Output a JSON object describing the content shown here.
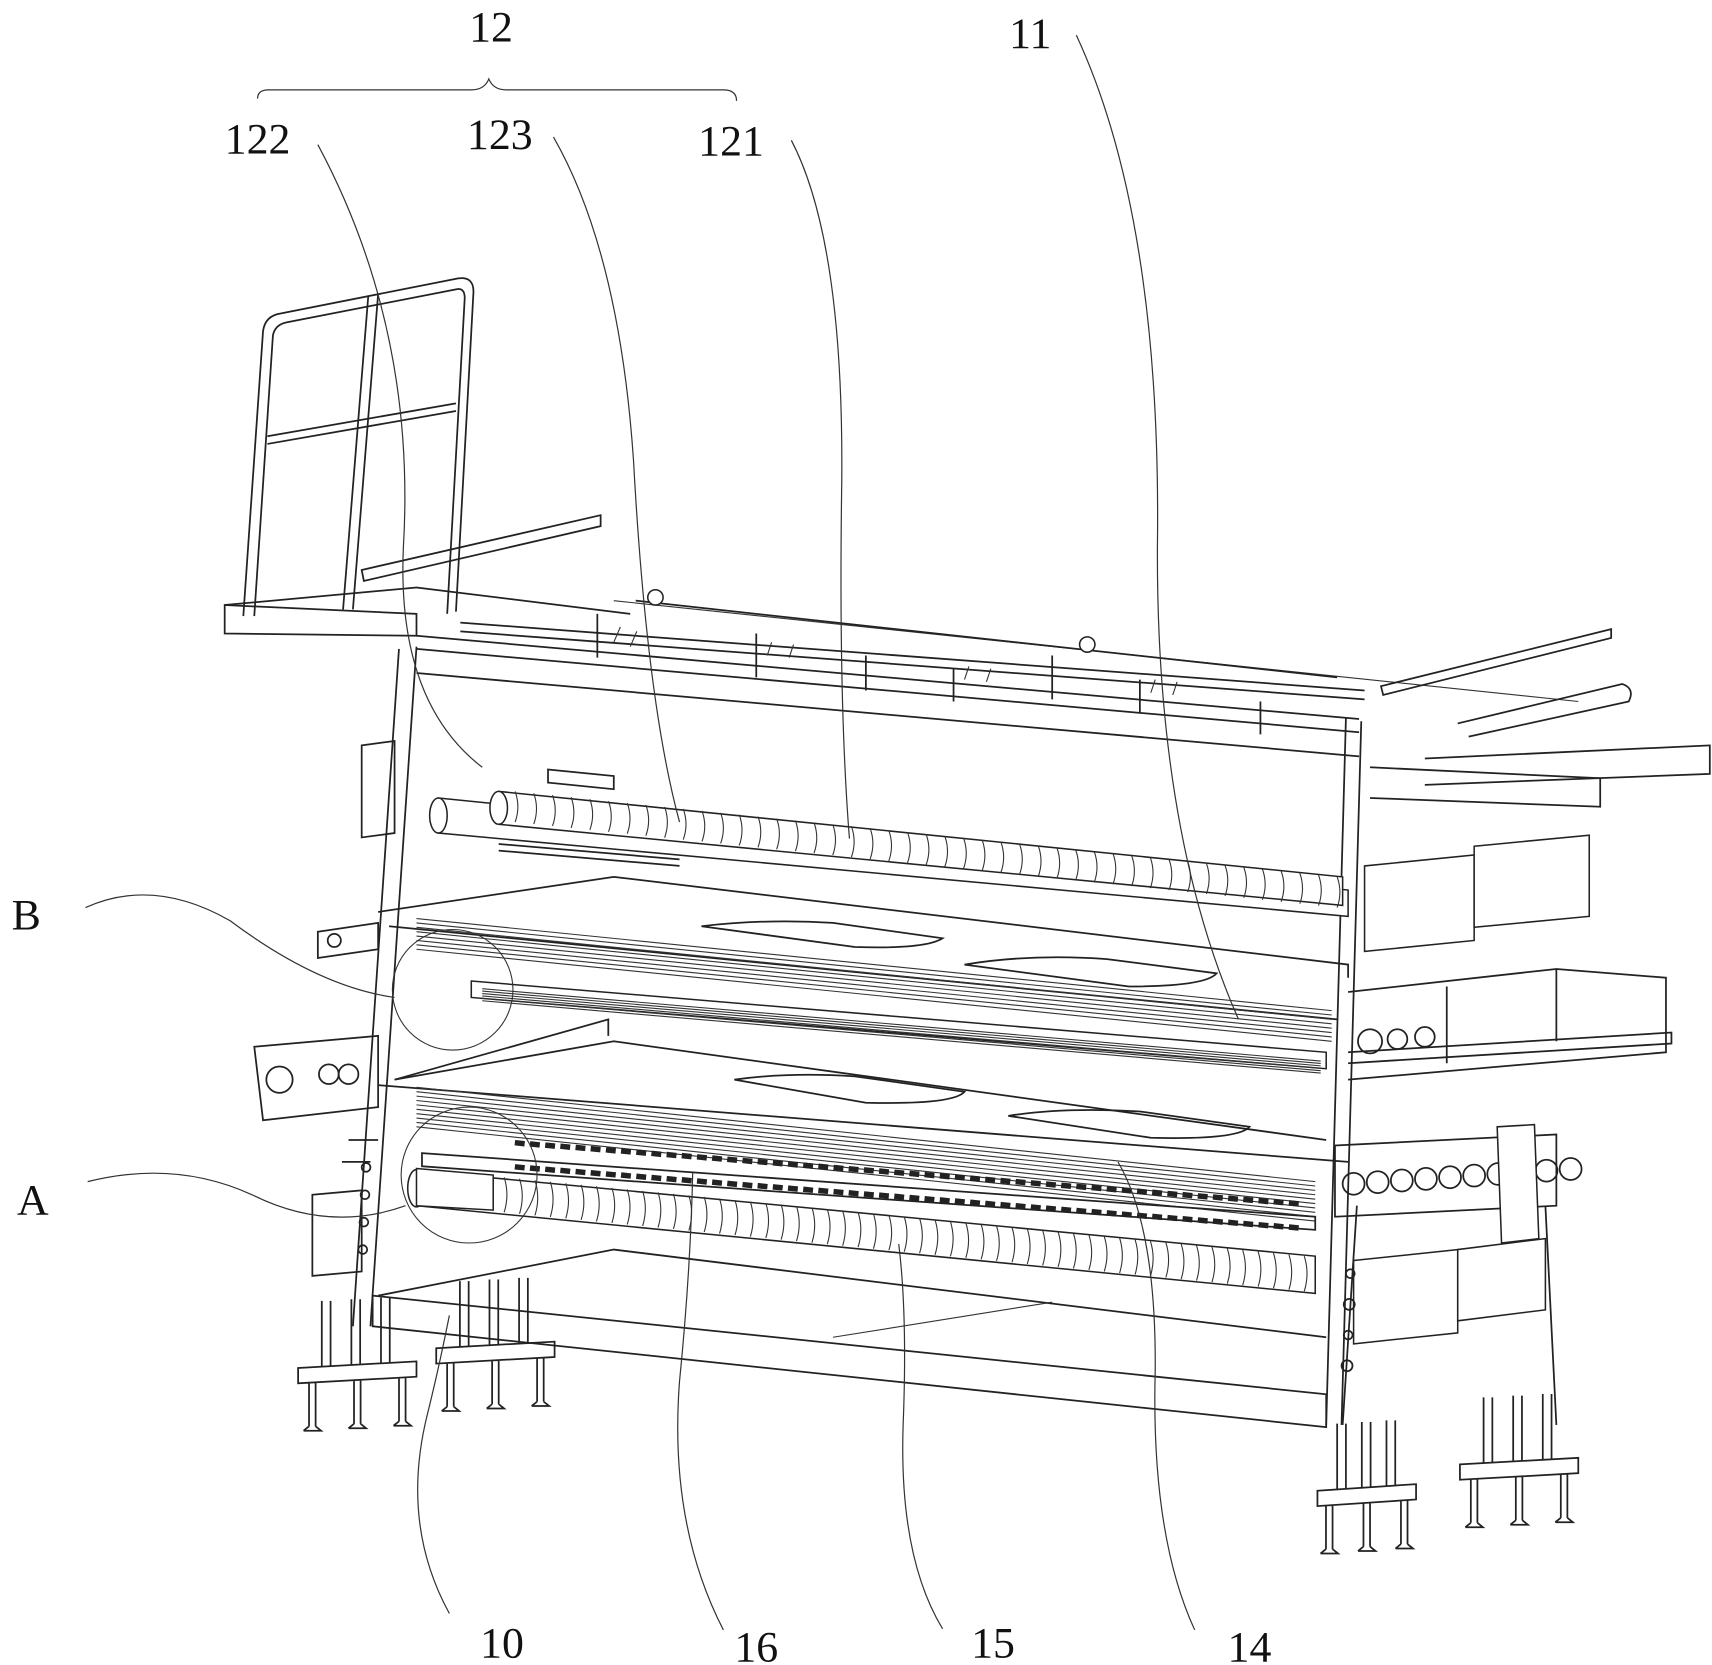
{
  "figure": {
    "type": "patent line drawing",
    "subject": "multi-layer roller conveying apparatus with frame, guardrail and support feet",
    "line_color": "#222222",
    "background": "#ffffff"
  },
  "labels": {
    "group_12": "12",
    "l_122": "122",
    "l_123": "123",
    "l_121": "121",
    "l_11": "11",
    "l_B": "B",
    "l_A": "A",
    "l_10": "10",
    "l_16": "16",
    "l_15": "15",
    "l_14": "14"
  },
  "callouts": [
    {
      "ref": "12",
      "description": "component group (bracket over 122, 123, 121)"
    },
    {
      "ref": "122",
      "description": "upper roller drive end"
    },
    {
      "ref": "123",
      "description": "upper guide rod"
    },
    {
      "ref": "121",
      "description": "upper roller shaft"
    },
    {
      "ref": "11",
      "description": "upper layer platform"
    },
    {
      "ref": "B",
      "description": "detail circle B"
    },
    {
      "ref": "A",
      "description": "detail circle A"
    },
    {
      "ref": "10",
      "description": "base frame"
    },
    {
      "ref": "16",
      "description": "lower slat belt"
    },
    {
      "ref": "15",
      "description": "lower roller shaft"
    },
    {
      "ref": "14",
      "description": "lower layer platform"
    }
  ]
}
